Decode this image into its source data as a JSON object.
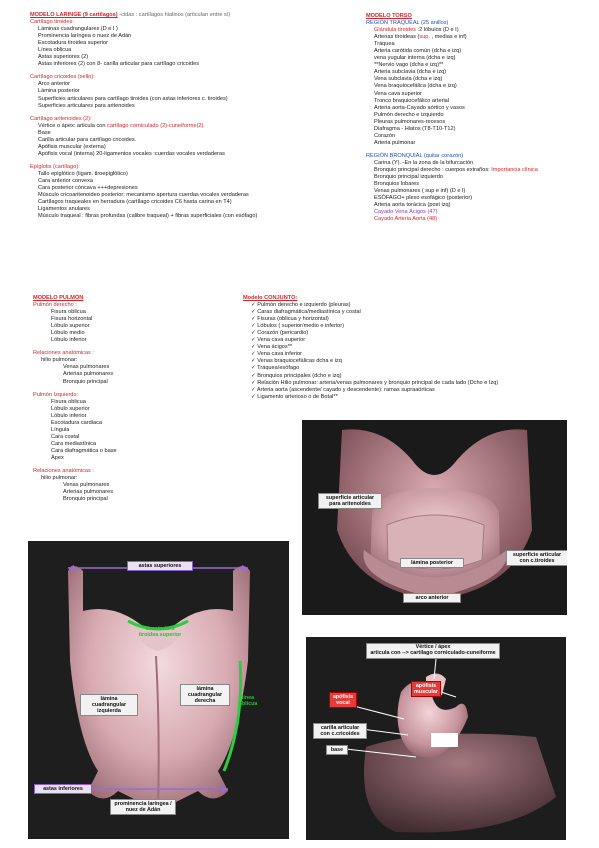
{
  "laringe": {
    "title": "MODELO LARINGE (9 cartílagos)",
    "title_note": "-cidas : cartílagos hialinos (articulan entre sí)",
    "tiroides_head": "Cartílago tiroides:",
    "tiroides": [
      "Láminas cuadrangulares (D e I )",
      "Prominencia laríngea o nuez de Adán",
      "Escotadura tiroidea superior",
      "Línea oblicua",
      "Astas superiores (2)",
      "Astas inferiores (2) con 8- carilla articular para cartílago cricoides"
    ],
    "cricoides_head": "Cartílago cricoides (sello):",
    "cricoides": [
      "Arco anterior",
      "Lámina posterior",
      "Superficies articulares para cartílago tiroides (con astas inferiores c. tiroides)",
      "Superficies articulares para aritenoides"
    ],
    "aritenoides_head": "Cartílago aritenoides (2):",
    "aritenoides_l1a": "Vértice o ápex: articula con ",
    "aritenoides_l1b": "cartílago corniculado (2)-cuneiforme(2)",
    "aritenoides": [
      "Base",
      "Carilla articular para cartílago cricoides.",
      "Apófisis muscular (externa)",
      "Apófisis vocal (interna) 20-ligamentos vocales :cuerdas vocales verdaderas"
    ],
    "epiglotis_head": "Epíglotis (cartílago):",
    "epiglotis": [
      "Tallo epiglótico (ligam. tiroepiglótico)",
      "Cara anterior convexa",
      "Cara posterior cóncava +++depresiones",
      "Músculo cricoaritenoideo posterior: mecanismo apertura cuerdas vocales verdaderas",
      "Cartílagos traqueales en herradura (cartílago cricoides C6 hasta carina en T4)",
      "Ligamentos anulares",
      "Músculo traqueal : fibras profundas (calibre traqueal) + fibras superficiales (con esófago)"
    ]
  },
  "torso": {
    "title": "MODELO TORSO",
    "traq_head": "REGIÓN TRAQUEAL (25 anillos)",
    "traq_l1a": "Glándula tiroides",
    "traq_l1b": " :2 lóbulos (D e I)",
    "traq_l2a": "Arterias tiroideas (",
    "traq_l2b": "sup.",
    "traq_l2c": " , medias e inf)",
    "traq": [
      "Tráquea",
      "Arteria carótida común (dcha e izq)",
      "vena yugular interna (dcha e izq)",
      "**Nervio vago (dcha e izq)**",
      "Arteria subclavia (dcha e izq)",
      "Vena subclavia (dcha e izq)",
      "Vena braquiocefálica (dcha e izq)",
      "Vena cava superior",
      "Tronco braquiocefálico arterial",
      "Arteria aorta-Cayado aórtico y vasos",
      "Pulmón derecho e izquierdo",
      "Pleuras pulmonares-recesos",
      "Diafragma - Hiatos (T8-T10-T12)",
      "Corazón",
      "Arteria pulmonar"
    ],
    "bron_head": "REGIÓN BRONQUIAL (quitar corazón)",
    "bron_l1": "Carina (Y). -En la zona de la bifurcación",
    "bron_l2a": "Bronquio principal derecho : cuerpos extraños: ",
    "bron_l2b": "Importancia clínica",
    "bron": [
      "Bronquio principal izquierdo",
      "Bronquios lobares",
      "Venas pulmonares ( sup e inf) (D e I)",
      "ESÓFAGO+ plexo esofágico (posterior)",
      "Arteria aorta torácica (post izq)"
    ],
    "bron_l8": "Cayado Vena Ácigos (47)",
    "bron_l9": "Cayado Arteria Aorta (48)"
  },
  "pulmon": {
    "title": "MODELO PULMÓN",
    "der_head": "Pulmón derecho :",
    "der": [
      "Fisura oblicua",
      "Fisura horizontal",
      "Lóbulo superior",
      "Lóbulo medio",
      "Lóbulo inferior"
    ],
    "rel1_head": "Relaciones anatómicas :",
    "rel1_hilio": "hilio pulmonar:",
    "rel1": [
      "Venas pulmonares",
      "Arterias pulmonares",
      "Bronquio principal"
    ],
    "izq_head": "Pulmón Izquierdo:",
    "izq": [
      "Fisura oblicua",
      "Lóbulo superior",
      "Lóbulo inferior",
      "Escotadura cardiaca",
      "Língula",
      "Cara costal",
      "Cara mediastínica",
      "Cara diafragmática o base",
      "Ápex"
    ],
    "rel2_head": "Relaciones anatómicas :",
    "rel2_hilio": "hilio pulmonar:",
    "rel2": [
      "Venas pulmonares",
      "Arterias pulmonares",
      "Bronquio principal"
    ]
  },
  "conjunto": {
    "title": "Modelo CONJUNTO:",
    "items": [
      "✓ Pulmón derecho e izquierdo (pleuras)",
      "✓ Caras diafragmática/mediastínica y costal",
      "✓ Fisuras (oblicua y horizontal)",
      "✓ Lóbulos ( superior/medio e inferior)",
      "✓ Corazón (pericardio)",
      "✓ Vena cava superior",
      "✓ Vena ácigos**",
      "✓ Vena cava inferior",
      "✓ Venas braquiocefálicas dcha e izq",
      "✓ Tráquea/esófago",
      "✓ Bronquios principales (dcho e izq)",
      "✓ Relación Hilio pulmonar: arteria/venas pulmonares y bronquio principal de cada lado (Dcho e Izq)",
      "✓ Arteria aorta (ascendente/ cayado y descendente): ramas supraaórticas",
      "✓ Ligamento arterioso o de Botal**"
    ]
  },
  "fig_tiroides": {
    "astas_superiores": "astas superiores",
    "escotadura": "escotadura tiroidea superior",
    "lamina_izq": "lámina cuadrangular izquierda",
    "lamina_der": "lámina cuadrangular derecha",
    "linea": "línea oblicua",
    "astas_inferiores": "astas inferiores",
    "prominencia": "prominencia laríngea / nuez de Adán"
  },
  "fig_cricoides": {
    "sup_aritenoides": "superficie articular para aritenoides",
    "lamina_posterior": "lámina posterior",
    "sup_tiroides": "superficie articular con c.tiroides",
    "arco_anterior": "arco anterior"
  },
  "fig_aritenoides": {
    "vertice": "Vértice / ápex\narticula con --> cartílago corniculado-cuneiforme",
    "apofisis_vocal": "apófisis vocal",
    "apofisis_muscular": "apófisis muscular",
    "carilla": "carilla articular con c.cricoides",
    "base": "base"
  },
  "colors": {
    "accent_red": "#d2252a",
    "accent_blue": "#1f4fbf",
    "accent_purple": "#8a3bc4",
    "green": "#29c133"
  }
}
